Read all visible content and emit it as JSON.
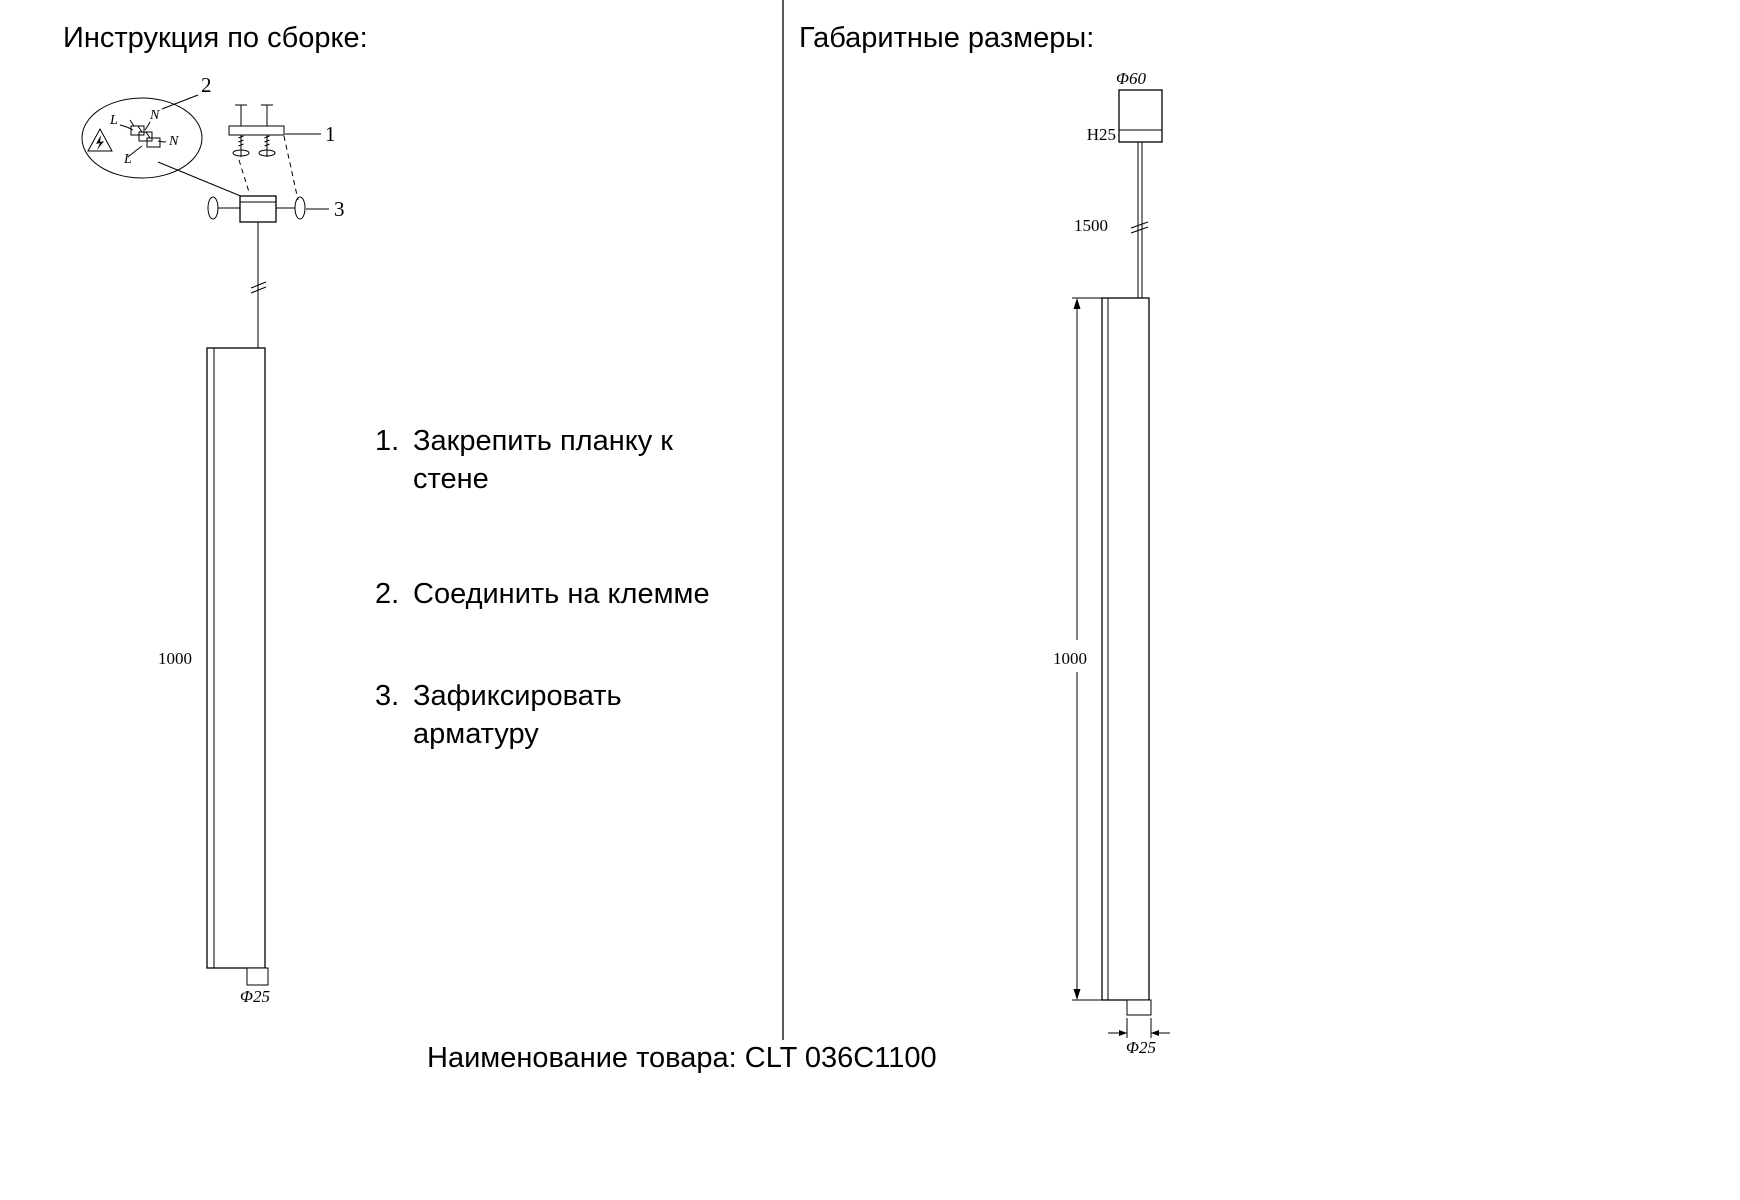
{
  "titles": {
    "assembly": "Инструкция по сборке:",
    "dimensions": "Габаритные размеры:"
  },
  "instructions": [
    {
      "num": "1.",
      "text": "Закрепить планку к\nстене"
    },
    {
      "num": "2.",
      "text": "Соединить на клемме"
    },
    {
      "num": "3.",
      "text": "Зафиксировать\nарматуру"
    }
  ],
  "assembly_diagram": {
    "callouts": {
      "bracket": "1",
      "terminal": "2",
      "fixture": "3"
    },
    "wire_labels": {
      "top_left": "L",
      "top_right": "N",
      "right": "N",
      "bottom": "L"
    },
    "tube_length": "1000",
    "tube_diameter": "Φ25"
  },
  "dimensions_diagram": {
    "canopy_diameter": "Φ60",
    "canopy_height": "H25",
    "cable_length": "1500",
    "tube_length": "1000",
    "tube_diameter": "Φ25"
  },
  "footer": {
    "product_label": "Наименование товара: CLT 036C1100"
  }
}
